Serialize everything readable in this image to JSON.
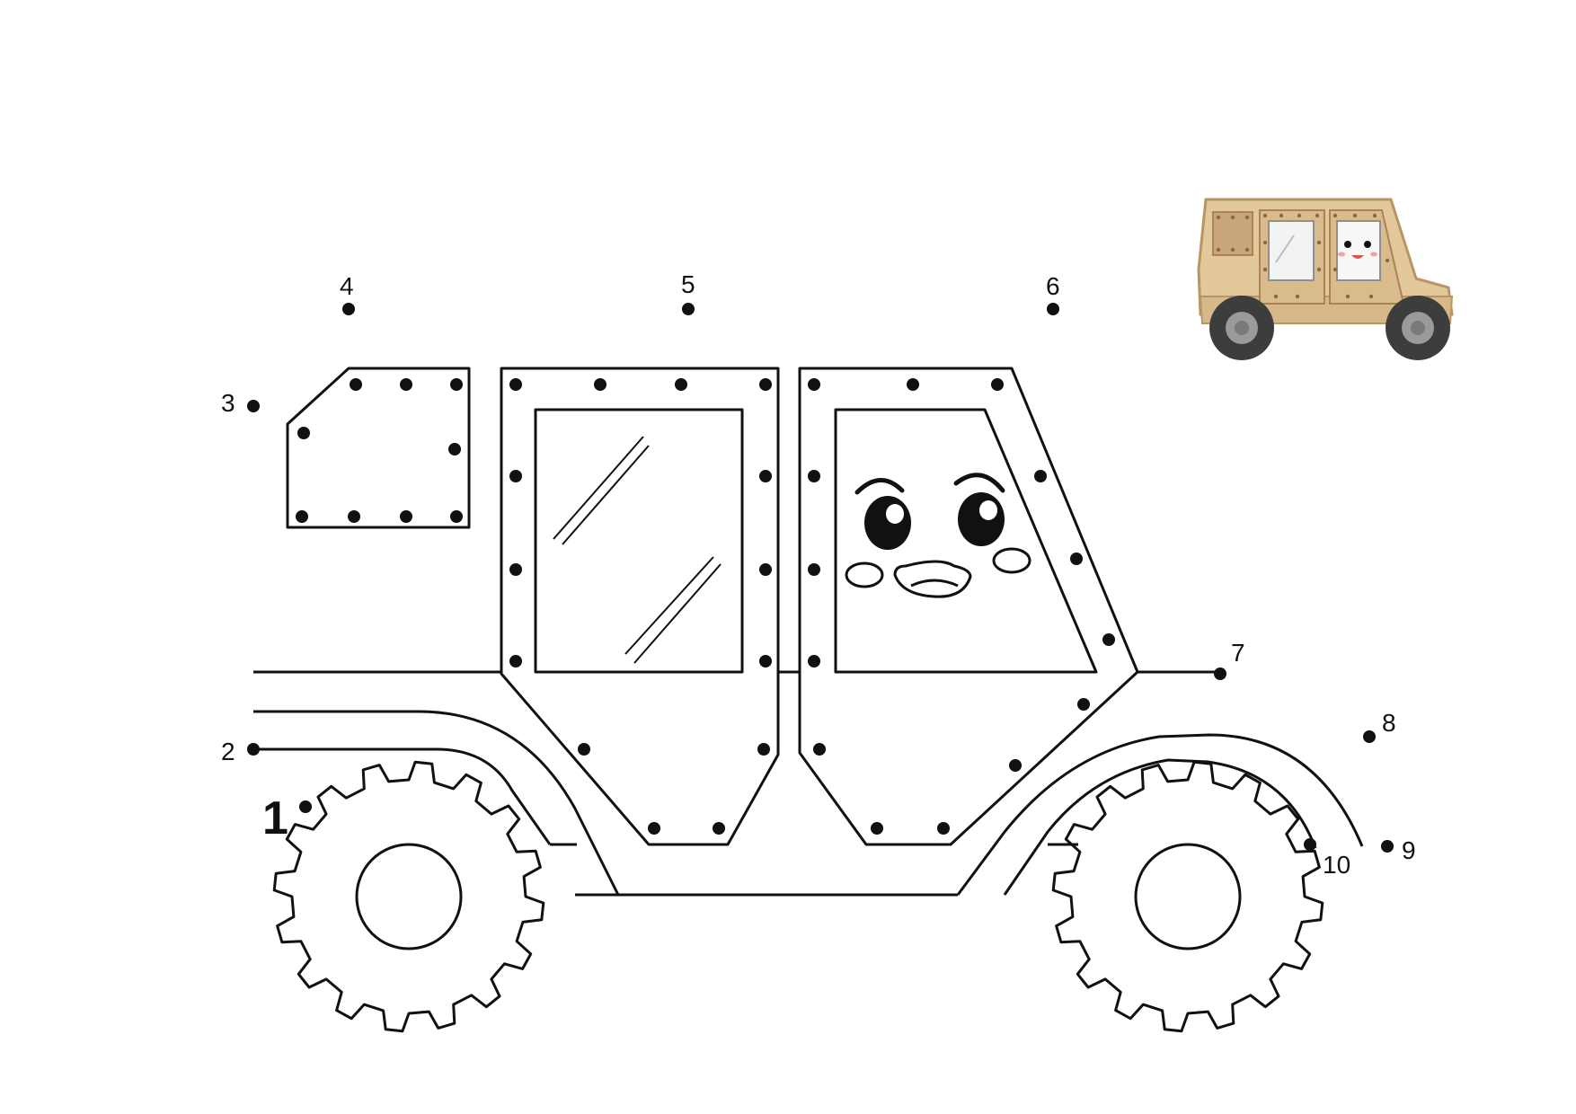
{
  "worksheet": {
    "points": [
      {
        "n": 1,
        "label": "1"
      },
      {
        "n": 2,
        "label": "2"
      },
      {
        "n": 3,
        "label": "3"
      },
      {
        "n": 4,
        "label": "4"
      },
      {
        "n": 5,
        "label": "5"
      },
      {
        "n": 6,
        "label": "6"
      },
      {
        "n": 7,
        "label": "7"
      },
      {
        "n": 8,
        "label": "8"
      },
      {
        "n": 9,
        "label": "9"
      },
      {
        "n": 10,
        "label": "10"
      }
    ]
  },
  "colors": {
    "line": "#111111",
    "paper": "#ffffff",
    "reference_body": "#e2c89a",
    "reference_panel": "#c9a57a",
    "reference_rivet": "#8a6a45",
    "reference_window": "#f3f3f3",
    "reference_tire": "#3d3d3d",
    "reference_hub": "#9a9a9a",
    "cheek": "#f4a3a3"
  },
  "icons": {
    "reference_picture": "colored-jeep-icon",
    "outline_picture": "jeep-outline-drawing"
  }
}
